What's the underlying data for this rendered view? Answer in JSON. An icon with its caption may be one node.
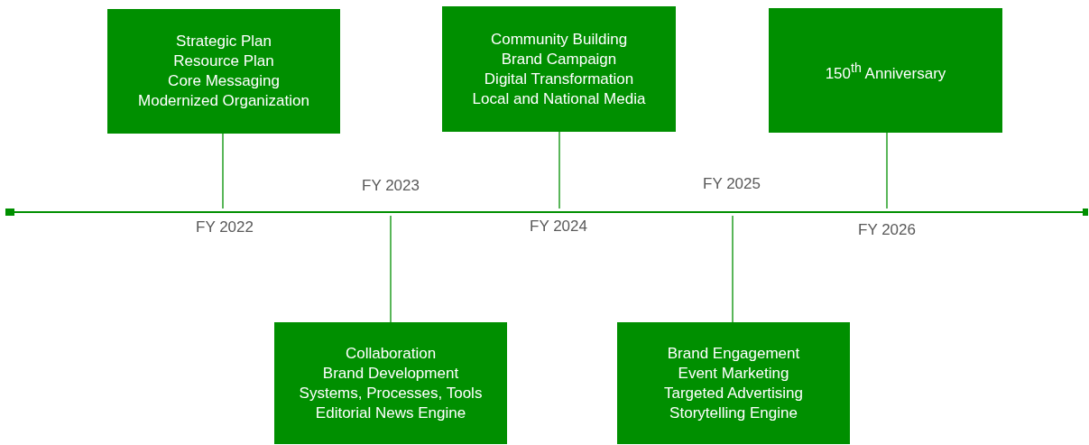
{
  "diagram": {
    "nodes": [
      {
        "text": [
          "Strategic Plan",
          "Resource Plan",
          "Core Messaging",
          "Modernized Organization"
        ]
      },
      {
        "text": [
          "Community Building",
          "Brand Campaign",
          "Digital Transformation",
          "Local and National Media"
        ]
      },
      {
        "text": [
          "150$^{th}$ Anniversary"
        ]
      },
      {
        "text": [],
        "shape": "bar"
      },
      {
        "text": [
          "Collaboration",
          "Brand Development",
          "Systems, Processes, Tools",
          "Editorial News Engine"
        ]
      },
      {
        "text": [
          "Brand Engagement",
          "Event Marketing",
          "Targeted Advertising",
          "Storytelling Engine"
        ]
      }
    ],
    "edges": [
      {
        "from": 0,
        "to": 3,
        "arrow": "none"
      },
      {
        "from": 1,
        "to": 3,
        "arrow": "none"
      },
      {
        "from": 2,
        "to": 3,
        "arrow": "none"
      },
      {
        "from": 4,
        "to": 3,
        "arrow": "none"
      },
      {
        "from": 5,
        "to": 3,
        "arrow": "none"
      }
    ],
    "labels": [
      "FY 2022",
      "FY 2023",
      "FY 2024",
      "FY 2025",
      "FY 2026"
    ]
  }
}
